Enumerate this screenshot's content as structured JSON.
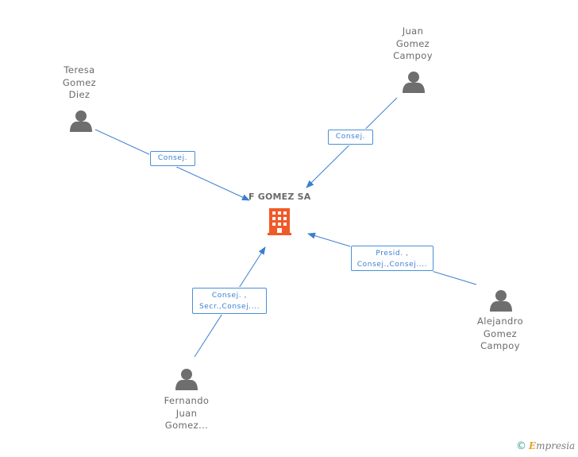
{
  "company": {
    "name": "F GOMEZ SA",
    "icon": "building-icon",
    "color": "#f05a28"
  },
  "people": [
    {
      "id": "teresa",
      "lines": [
        "Teresa",
        "Gomez",
        "Diez"
      ],
      "icon": "person-icon"
    },
    {
      "id": "juan",
      "lines": [
        "Juan",
        "Gomez",
        "Campoy"
      ],
      "icon": "person-icon"
    },
    {
      "id": "alejandro",
      "lines": [
        "Alejandro",
        "Gomez",
        "Campoy"
      ],
      "icon": "person-icon"
    },
    {
      "id": "fernando",
      "lines": [
        "Fernando",
        "Juan",
        "Gomez..."
      ],
      "icon": "person-icon"
    }
  ],
  "edges": [
    {
      "from": "teresa",
      "label_lines": [
        "Consej."
      ]
    },
    {
      "from": "juan",
      "label_lines": [
        "Consej."
      ]
    },
    {
      "from": "alejandro",
      "label_lines": [
        "Presid. ,",
        "Consej.,Consej...."
      ]
    },
    {
      "from": "fernando",
      "label_lines": [
        "Consej. ,",
        "Secr.,Consej...."
      ]
    }
  ],
  "footer": {
    "copyright": "©",
    "brand_first": "E",
    "brand_rest": "mpresia"
  },
  "colors": {
    "edge": "#3a7fd0",
    "person": "#6e6e6e",
    "text": "#6a6a6a"
  }
}
